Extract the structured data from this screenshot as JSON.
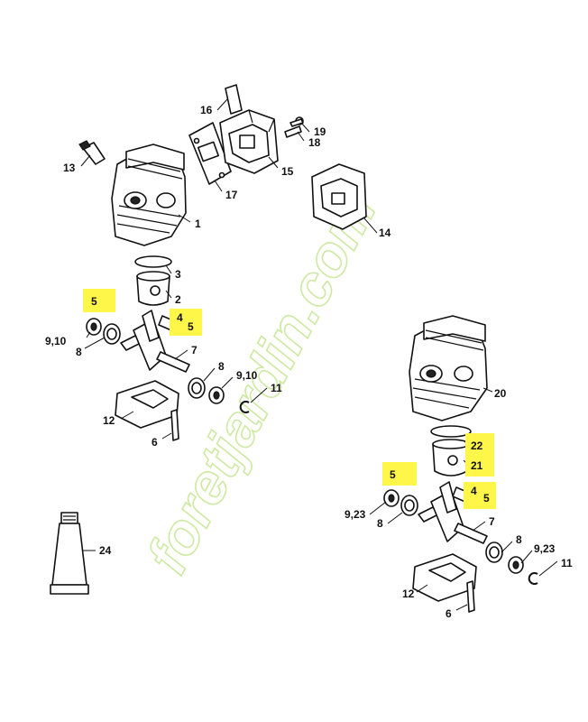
{
  "watermark": "foretjardin.com",
  "highlight_color": "#fff64a",
  "watermark_color": "#c9e79a",
  "labels": {
    "l13": "13",
    "l16": "16",
    "l19": "19",
    "l18": "18",
    "l15": "15",
    "l17": "17",
    "l1": "1",
    "l14": "14",
    "l3": "3",
    "l2": "2",
    "l5a": "5",
    "l4a": "4",
    "l5b": "5",
    "l910a": "9,10",
    "l8a": "8",
    "l7a": "7",
    "l8b": "8",
    "l910b": "9,10",
    "l11a": "11",
    "l12a": "12",
    "l6a": "6",
    "l24": "24",
    "l20": "20",
    "l22": "22",
    "l21": "21",
    "l5c": "5",
    "l4b": "4",
    "l5d": "5",
    "l923a": "9,23",
    "l8c": "8",
    "l7b": "7",
    "l8d": "8",
    "l923b": "9,23",
    "l11b": "11",
    "l12b": "12",
    "l6b": "6"
  }
}
